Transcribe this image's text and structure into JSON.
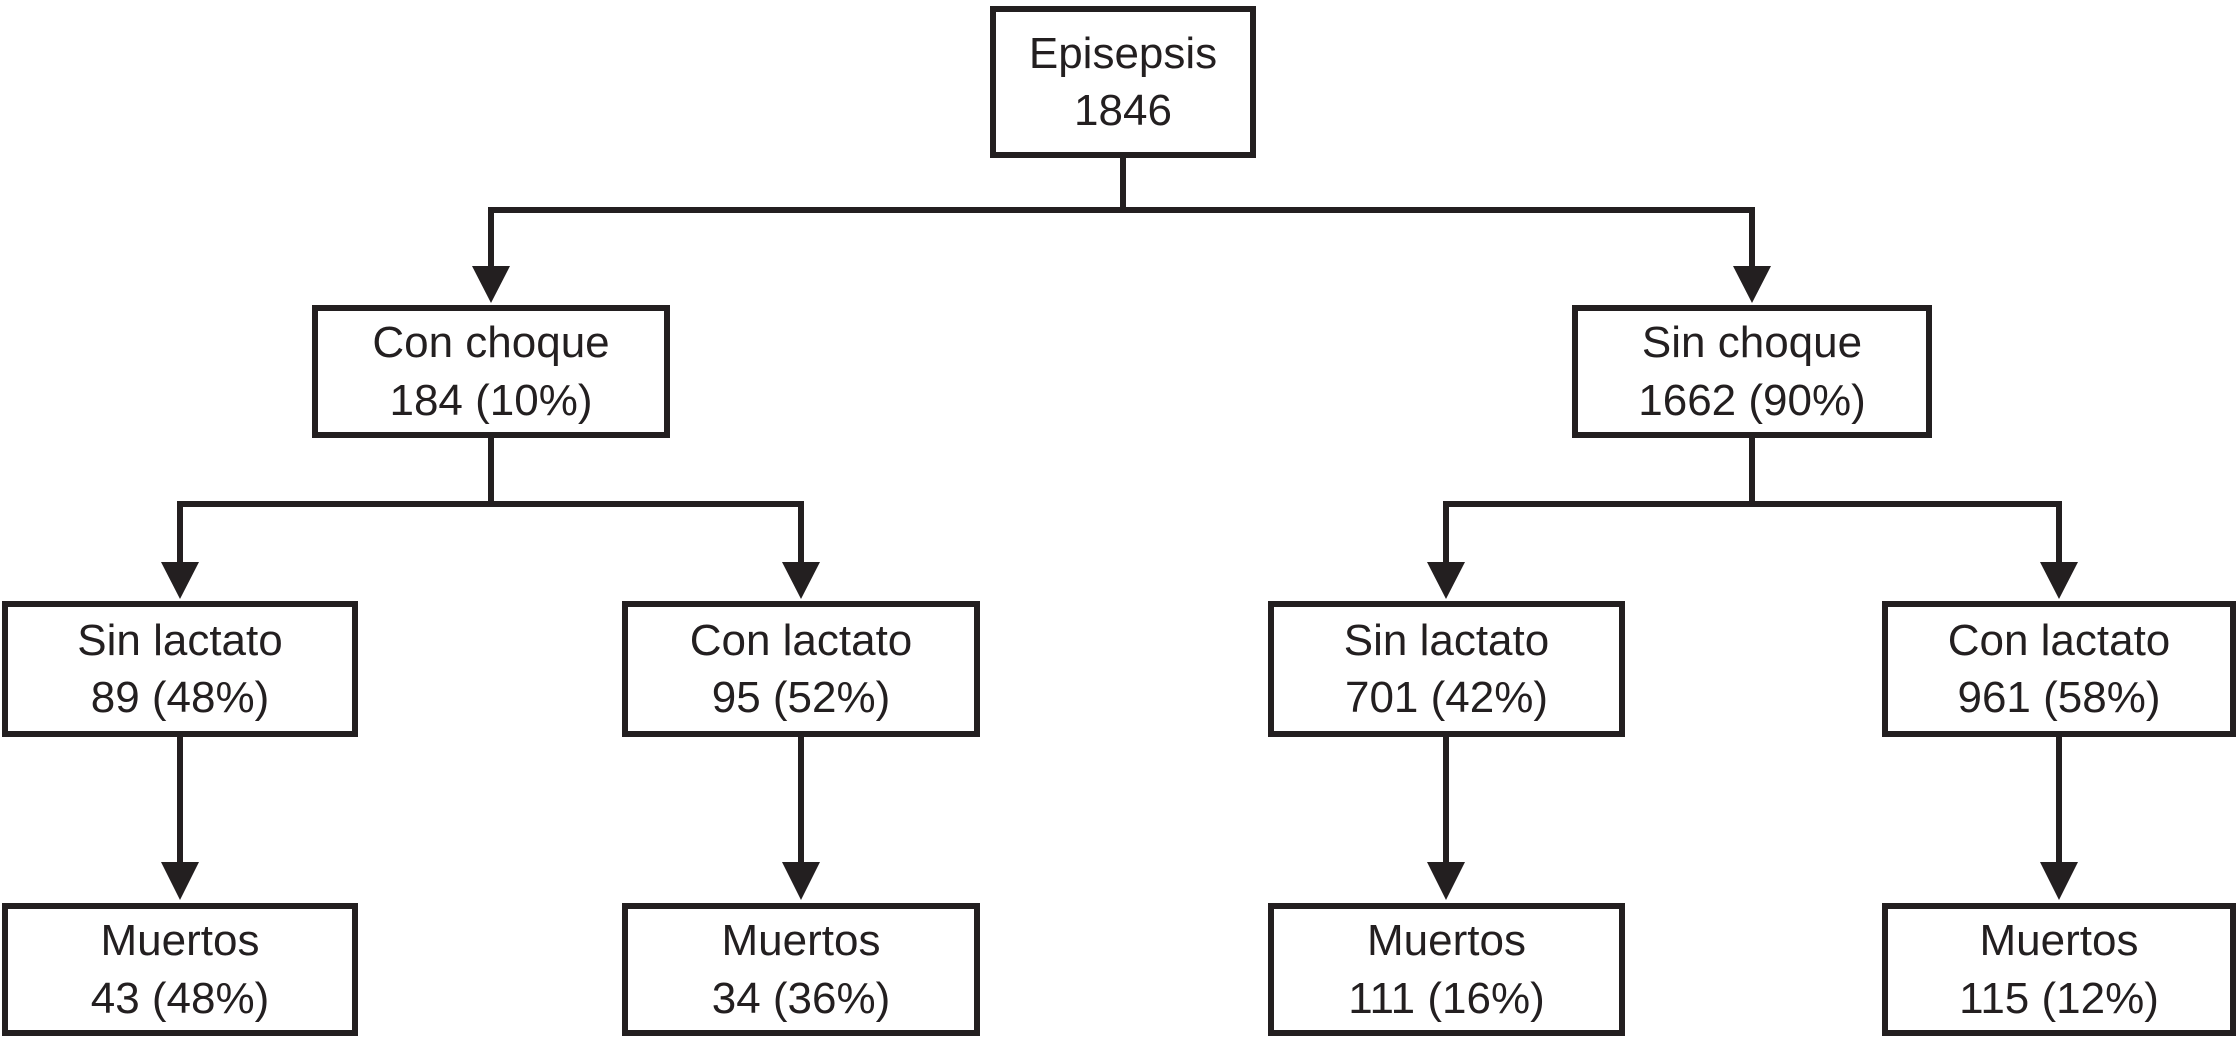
{
  "colors": {
    "line": "#231f20",
    "background": "#ffffff",
    "text": "#231f20"
  },
  "diagram": {
    "type": "flowchart",
    "nodes": {
      "root": {
        "label": "Episepsis",
        "value": "1846"
      },
      "con_choque": {
        "label": "Con choque",
        "value": "184 (10%)"
      },
      "sin_choque": {
        "label": "Sin choque",
        "value": "1662 (90%)"
      },
      "choque_sin_lactato": {
        "label": "Sin lactato",
        "value": "89 (48%)"
      },
      "choque_con_lactato": {
        "label": "Con lactato",
        "value": "95 (52%)"
      },
      "sinchoque_sin_lactato": {
        "label": "Sin lactato",
        "value": "701 (42%)"
      },
      "sinchoque_con_lactato": {
        "label": "Con lactato",
        "value": "961 (58%)"
      },
      "muertos_choque_sin_lactato": {
        "label": "Muertos",
        "value": "43 (48%)"
      },
      "muertos_choque_con_lactato": {
        "label": "Muertos",
        "value": "34 (36%)"
      },
      "muertos_sinchoque_sin_lactato": {
        "label": "Muertos",
        "value": "111 (16%)"
      },
      "muertos_sinchoque_con_lactato": {
        "label": "Muertos",
        "value": "115 (12%)"
      }
    },
    "edges": [
      {
        "from": "root",
        "to": "con_choque"
      },
      {
        "from": "root",
        "to": "sin_choque"
      },
      {
        "from": "con_choque",
        "to": "choque_sin_lactato"
      },
      {
        "from": "con_choque",
        "to": "choque_con_lactato"
      },
      {
        "from": "sin_choque",
        "to": "sinchoque_sin_lactato"
      },
      {
        "from": "sin_choque",
        "to": "sinchoque_con_lactato"
      },
      {
        "from": "choque_sin_lactato",
        "to": "muertos_choque_sin_lactato"
      },
      {
        "from": "choque_con_lactato",
        "to": "muertos_choque_con_lactato"
      },
      {
        "from": "sinchoque_sin_lactato",
        "to": "muertos_sinchoque_sin_lactato"
      },
      {
        "from": "sinchoque_con_lactato",
        "to": "muertos_sinchoque_con_lactato"
      }
    ]
  }
}
